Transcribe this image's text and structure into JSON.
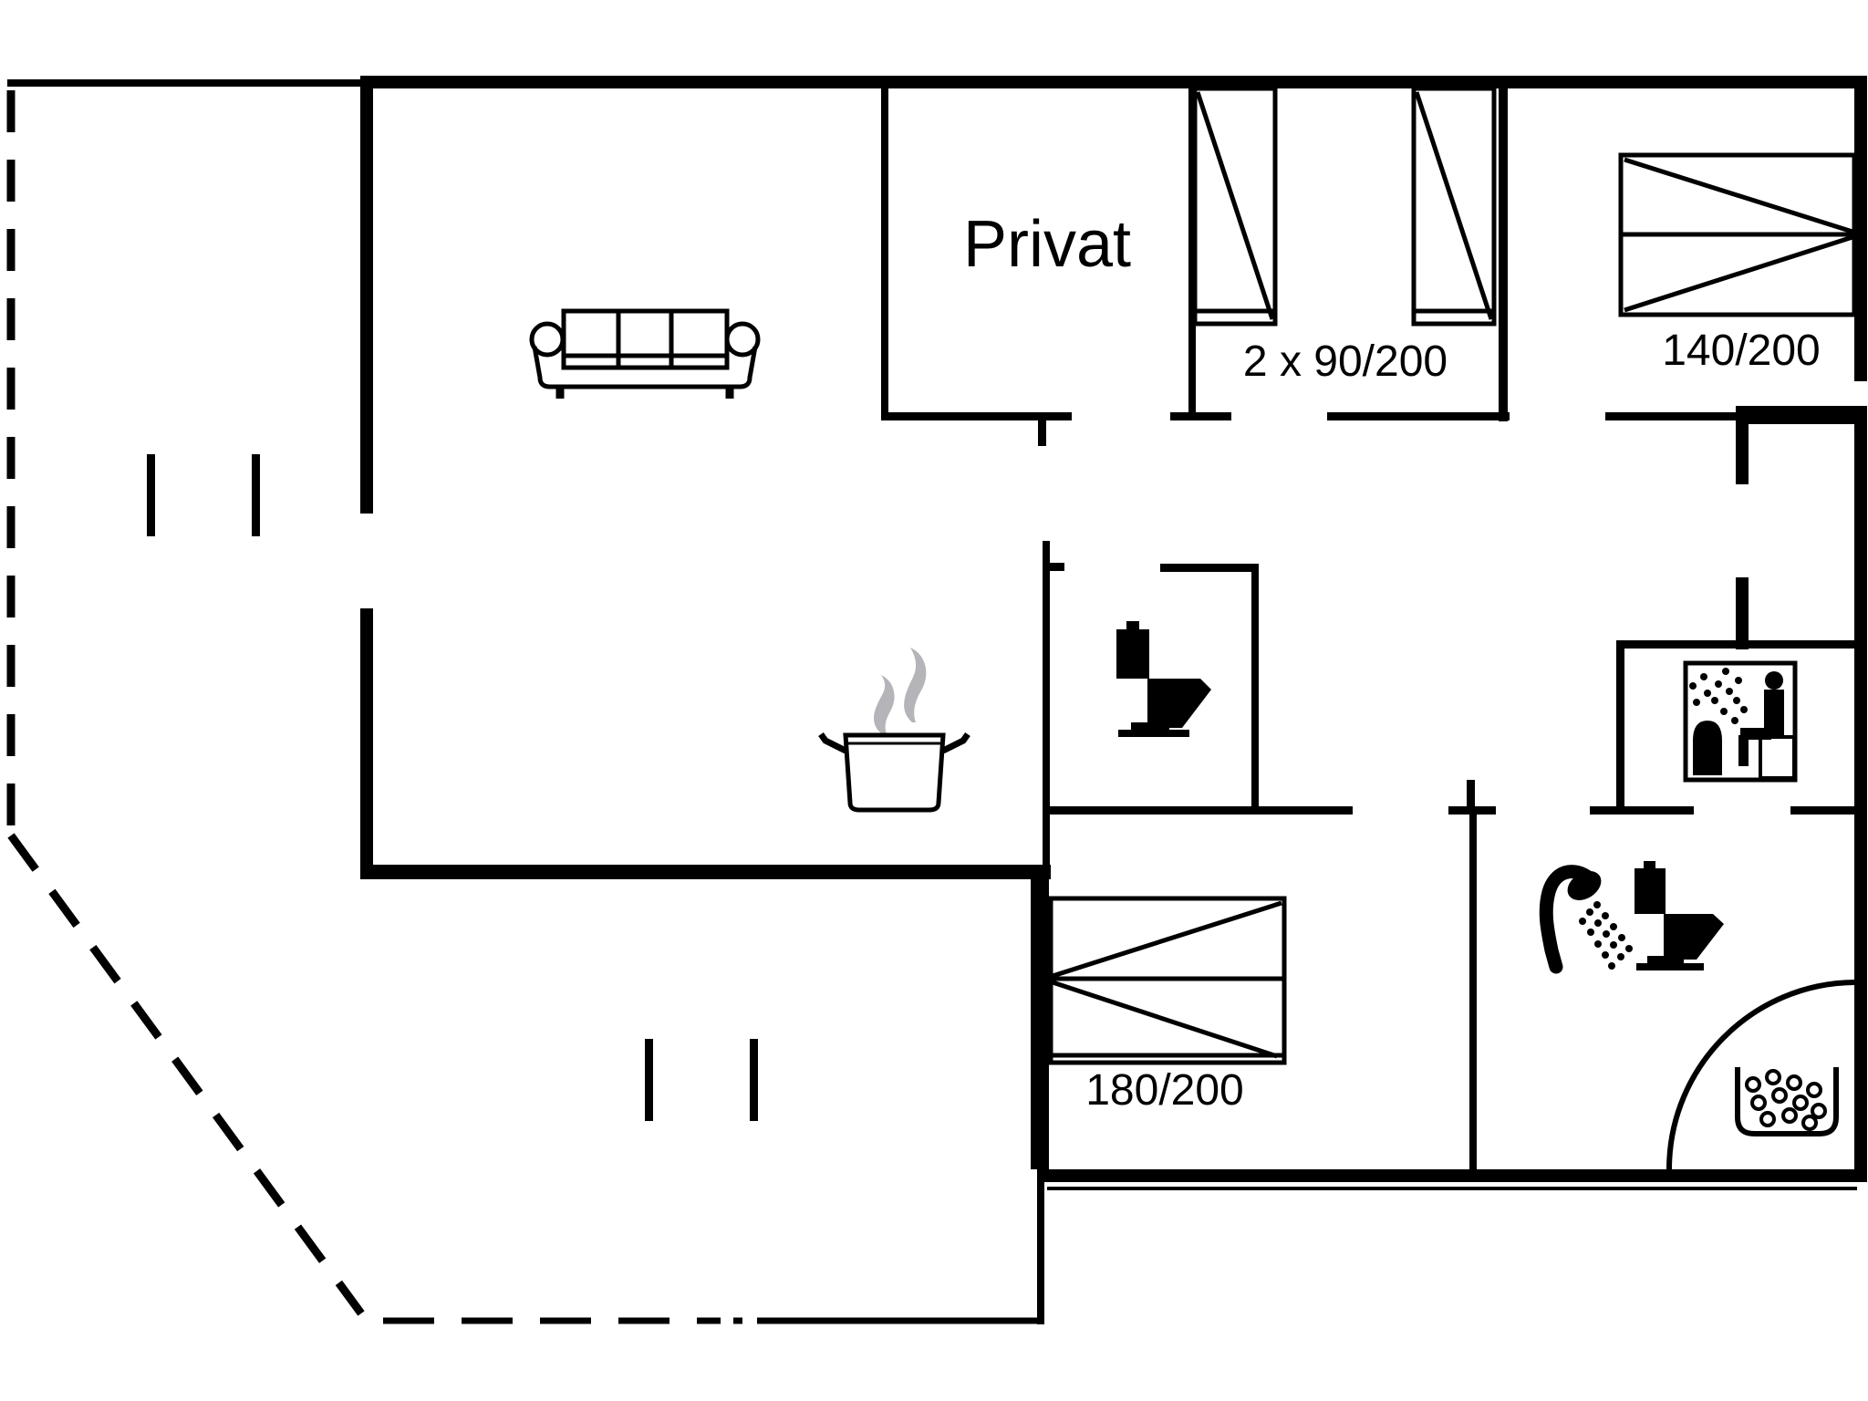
{
  "colors": {
    "wall": "#000000",
    "steam": "#b4b4b9",
    "background": "#ffffff"
  },
  "labels": {
    "private_room": "Privat",
    "twin_beds": "2 x 90/200",
    "double_bed_140": "140/200",
    "double_bed_180": "180/200"
  },
  "icons": {
    "sofa-icon": "three-seat sofa, top view",
    "cooking-pot-icon": "pot with steam (kitchen)",
    "toilet-icon": "toilet, side view (wc and bathroom)",
    "shower-icon": "hand shower with spray",
    "sauna-icon": "framed pictogram: steam and person on sauna bench",
    "whirlpool-icon": "tub with bubbles",
    "door-swing-arc": "quarter-circle door swing",
    "terrace-boundary": "dashed outline of terrace"
  }
}
